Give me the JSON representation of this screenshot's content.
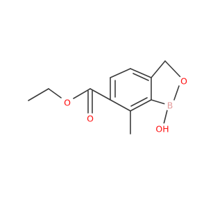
{
  "molecule": {
    "atoms": [
      {
        "id": "ring_o",
        "label": "O",
        "color": "#ff0d0d"
      },
      {
        "id": "boron",
        "label": "B",
        "color": "#e39b9b"
      },
      {
        "id": "hydroxyl",
        "label": "OH",
        "color": "#ff0d0d"
      },
      {
        "id": "ester_o",
        "label": "O",
        "color": "#ff0d0d"
      },
      {
        "id": "carbonyl_o",
        "label": "O",
        "color": "#ff0d0d"
      }
    ],
    "bond_color": "#3a3a3a"
  }
}
